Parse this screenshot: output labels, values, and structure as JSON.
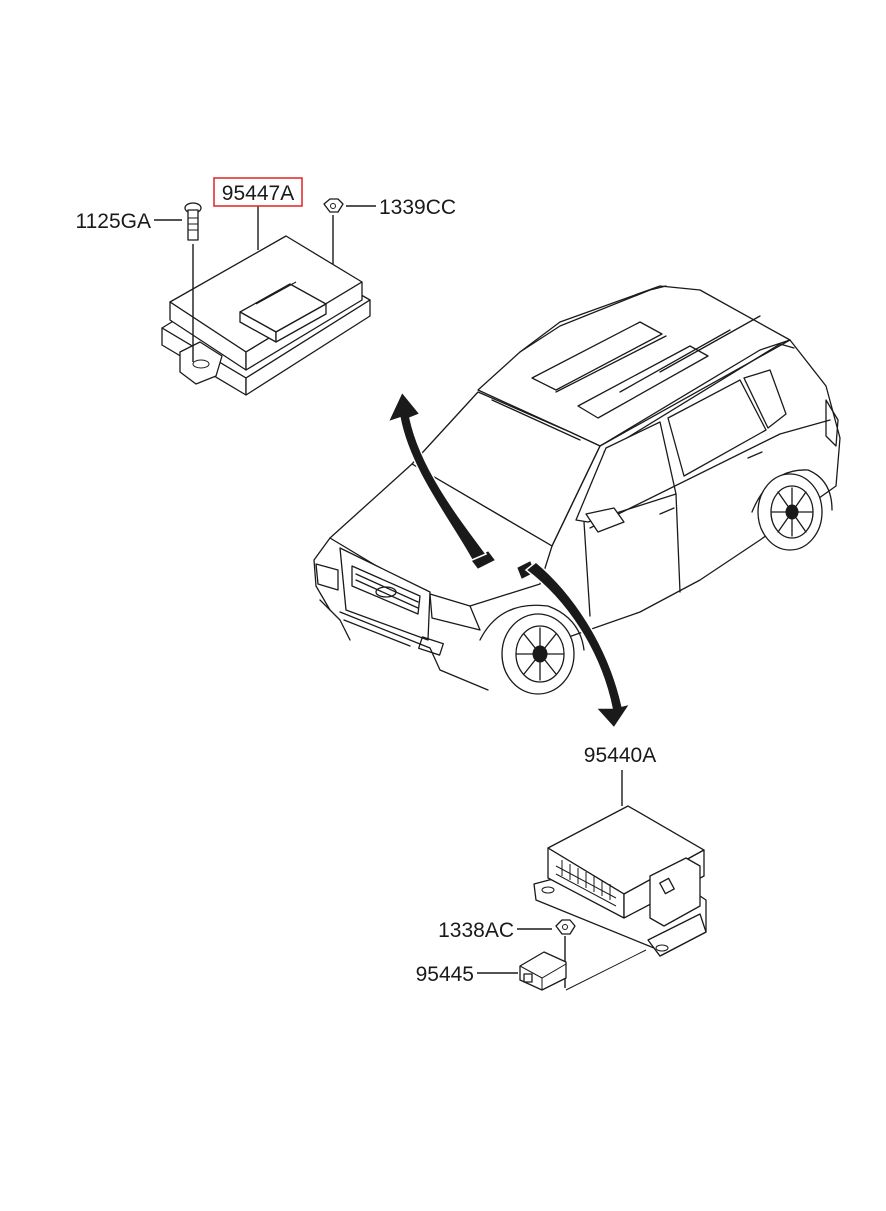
{
  "colors": {
    "highlight": "#e0322f",
    "ink": "#1a1a1a",
    "background": "#ffffff"
  },
  "parts": {
    "p95447A": "95447A",
    "p1125GA": "1125GA",
    "p1339CC": "1339CC",
    "p95440A": "95440A",
    "p1338AC": "1338AC",
    "p95445": "95445"
  },
  "highlighted_part": "95447A"
}
